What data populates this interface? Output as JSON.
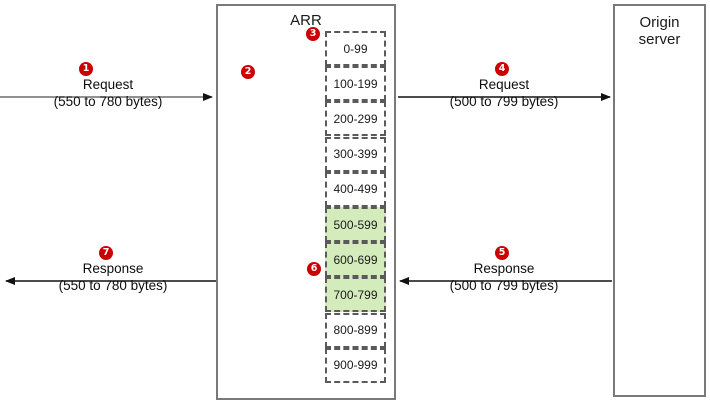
{
  "diagram": {
    "title": "ARR byte-range caching flow",
    "colors": {
      "cached_fill": "#d4ecbb",
      "badge": "#cc0000",
      "box_border": "#77797b",
      "block_border": "#5a5a5a"
    }
  },
  "nodes": {
    "arr": {
      "label": "ARR"
    },
    "origin": {
      "line1": "Origin",
      "line2": "server"
    }
  },
  "cache": {
    "blocks": [
      {
        "range": "0-99",
        "cached": false
      },
      {
        "range": "100-199",
        "cached": false
      },
      {
        "range": "200-299",
        "cached": false
      },
      {
        "range": "300-399",
        "cached": false
      },
      {
        "range": "400-499",
        "cached": false
      },
      {
        "range": "500-599",
        "cached": true
      },
      {
        "range": "600-699",
        "cached": true
      },
      {
        "range": "700-799",
        "cached": true
      },
      {
        "range": "800-899",
        "cached": false
      },
      {
        "range": "900-999",
        "cached": false
      }
    ]
  },
  "flows": [
    {
      "id": "client-request",
      "badge": "1",
      "line1": "Request",
      "line2": "(550 to 780 bytes)",
      "direction": "right"
    },
    {
      "id": "origin-request",
      "badge": "4",
      "line1": "Request",
      "line2": "(500 to 799 bytes)",
      "direction": "right"
    },
    {
      "id": "client-response",
      "badge": "7",
      "line1": "Response",
      "line2": "(550 to 780 bytes)",
      "direction": "left"
    },
    {
      "id": "origin-response",
      "badge": "5",
      "line1": "Response",
      "line2": "(500 to 799 bytes)",
      "direction": "left"
    }
  ],
  "badges": {
    "arr_process": "2",
    "cache_lookup": "3",
    "cache_hit": "6"
  }
}
